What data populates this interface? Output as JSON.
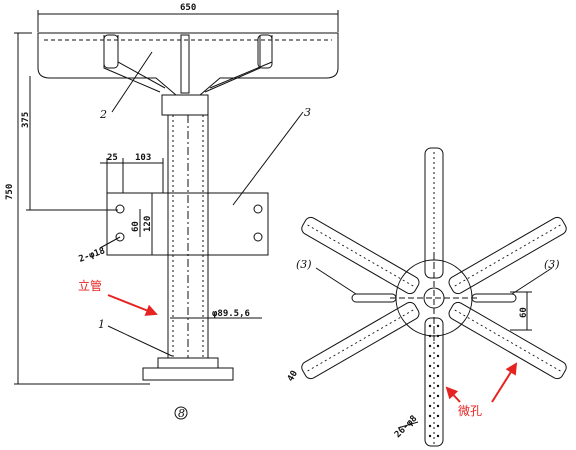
{
  "dims": {
    "top_width": "650",
    "total_height": "750",
    "upper_height": "375",
    "bolt_offset": "25",
    "bolt_spacing": "103",
    "plate_spacing": "60",
    "plate_height": "120",
    "hole_spec": "2-φ18",
    "pipe_spec": "φ89.5,6",
    "side_dim": "60",
    "arm_width": "40",
    "hole_count": "26-φ8"
  },
  "labels": {
    "part_1": "1",
    "part_2": "2",
    "part_3": "3",
    "view_mark": "8",
    "ref_left": "(3)",
    "ref_right": "(3)"
  },
  "annotations": {
    "riser": "立管",
    "micro_hole": "微孔"
  },
  "colors": {
    "line": "#111111",
    "accent": "#e52421"
  }
}
